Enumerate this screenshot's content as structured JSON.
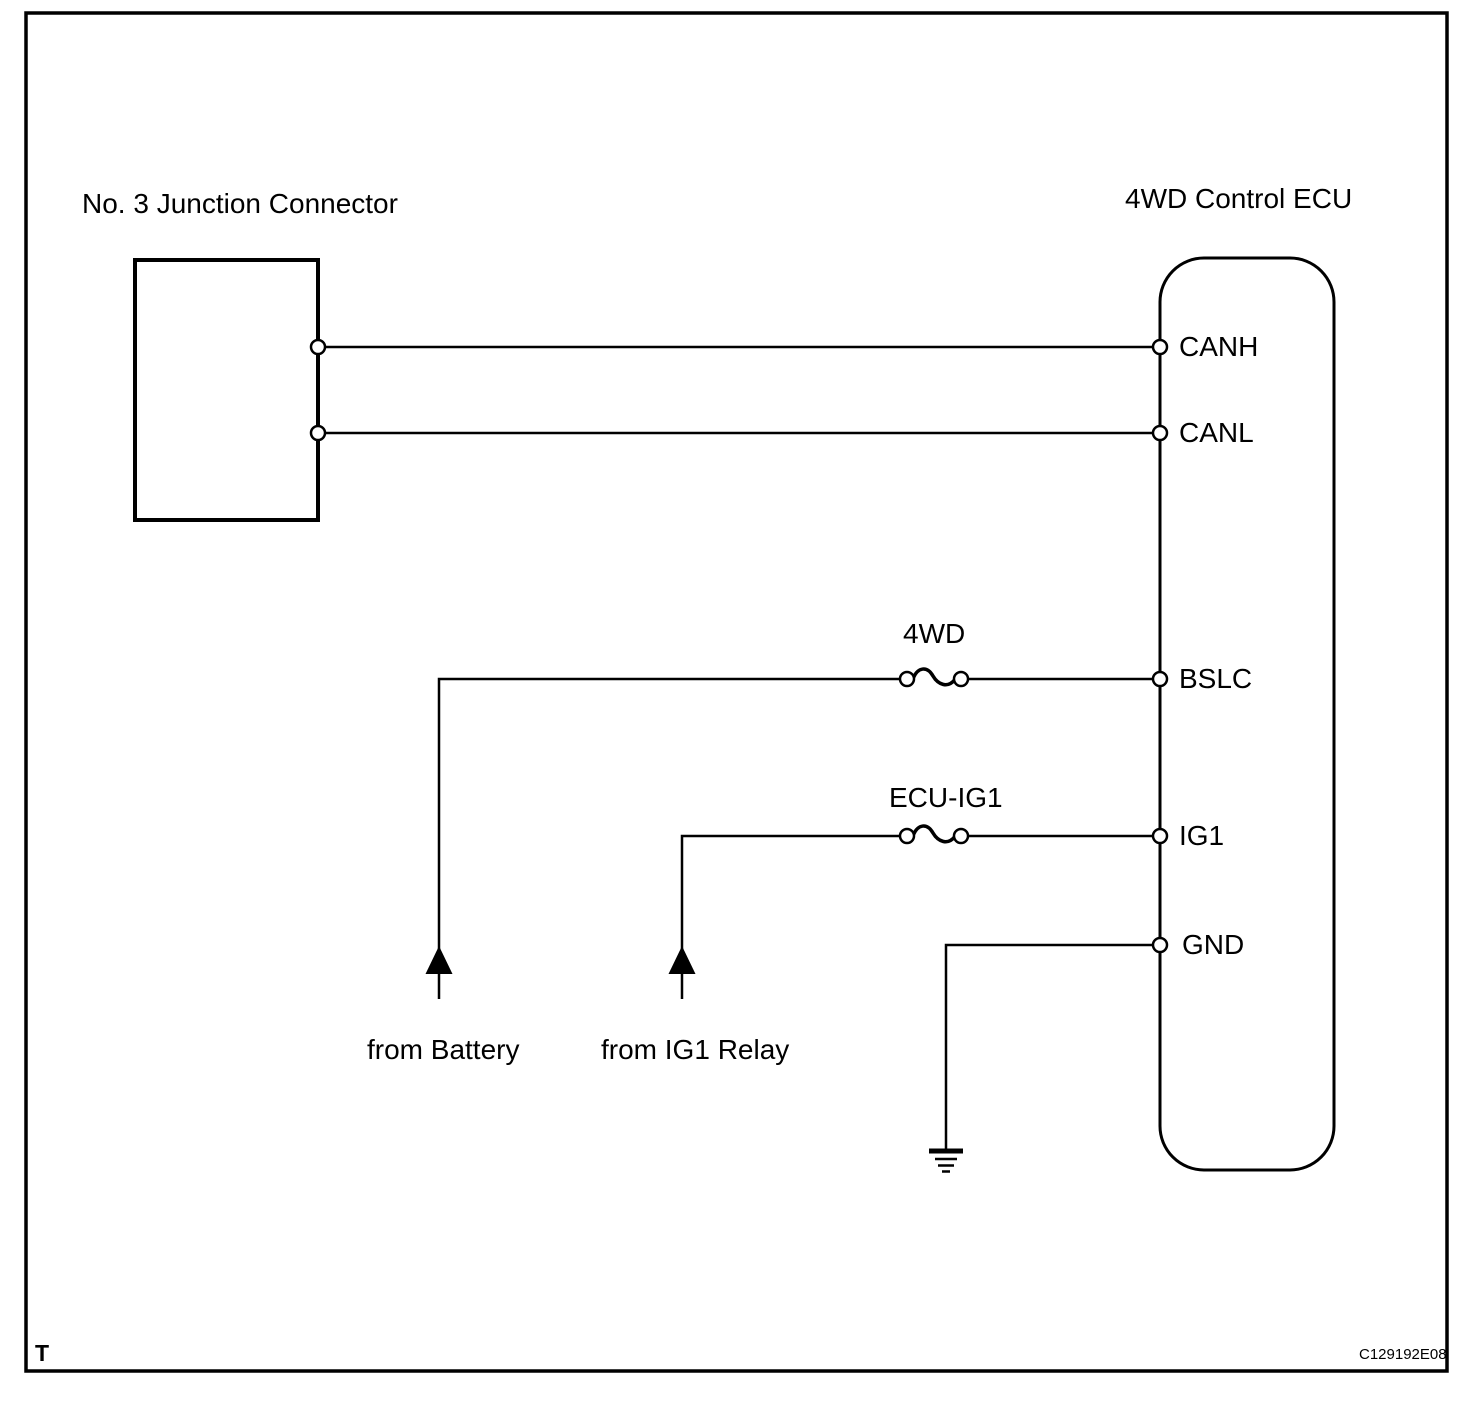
{
  "diagram": {
    "junction_connector": {
      "label": "No. 3 Junction Connector"
    },
    "ecu": {
      "label": "4WD Control ECU",
      "pins": {
        "canh": "CANH",
        "canl": "CANL",
        "bslc": "BSLC",
        "ig1": "IG1",
        "gnd": "GND"
      }
    },
    "fuses": {
      "fuse_4wd": "4WD",
      "fuse_ecu_ig1": "ECU-IG1"
    },
    "sources": {
      "battery": "from Battery",
      "ig1_relay": "from IG1 Relay"
    },
    "page_marker": "T",
    "code": "C129192E08"
  },
  "colors": {
    "line": "#000000",
    "background": "#ffffff"
  }
}
